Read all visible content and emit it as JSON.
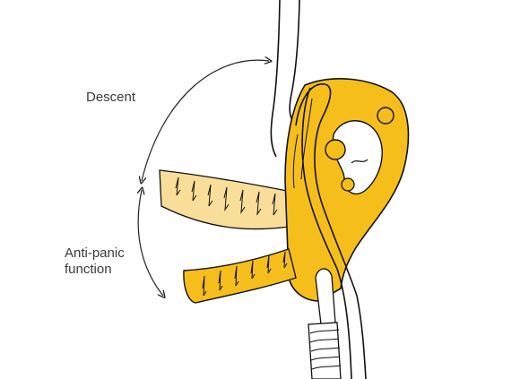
{
  "labels": {
    "descent": "Descent",
    "anti_panic_line1": "Anti-panic",
    "anti_panic_line2": "function"
  },
  "colors": {
    "device_yellow": "#F5BE1A",
    "handle_faded": "#F8DE98",
    "outline": "#111111",
    "text": "#3a3a3a"
  },
  "icons": {
    "descent_arrow": "curved-double-arrow-icon",
    "anti_panic_arrow": "curved-double-arrow-icon"
  }
}
